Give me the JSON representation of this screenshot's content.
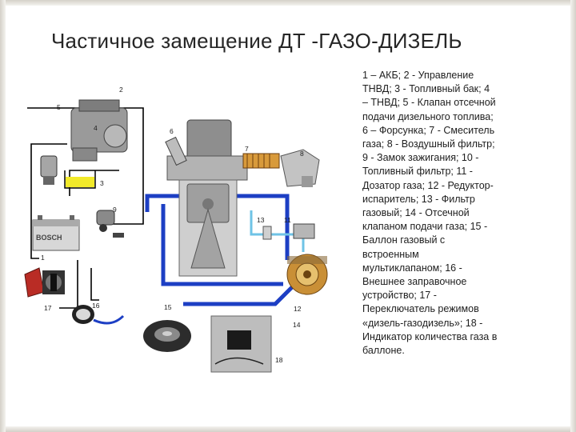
{
  "slide": {
    "title": "Частичное замещение  ДТ -ГАЗО-ДИЗЕЛЬ",
    "legend": "1 – АКБ; 2 - Управление\nТНВД; 3 - Топливный бак; 4\n– ТНВД; 5 - Клапан отсечной\nподачи дизельного топлива;\n6 – Форсунка; 7 - Смеситель\nгаза; 8 - Воздушный фильтр;\n9 - Замок зажигания; 10 -\nТопливный фильтр; 11 -\nДозатор газа; 12 - Редуктор-\nиспаритель; 13 - Фильтр\nгазовый; 14 - Отсечной\nклапаном подачи газа; 15 -\nБаллон газовый с\nвстроенным\nмультиклапаном; 16 -\nВнешнее заправочное\nустройство; 17 -\nПереключатель режимов\n«дизель-газодизель»; 18 -\nИндикатор количества газа в\nбаллоне."
  },
  "diagram": {
    "battery_brand": "BOSCH",
    "labels": {
      "n1": "1",
      "n2": "2",
      "n3": "3",
      "n4": "4",
      "n5": "5",
      "n6": "6",
      "n7": "7",
      "n8": "8",
      "n9": "9",
      "n11": "11",
      "n12": "12",
      "n13": "13",
      "n14": "14",
      "n15": "15",
      "n16": "16",
      "n17": "17",
      "n18": "18"
    },
    "colors": {
      "wire": "#000000",
      "gas_line": "#1d3fc4",
      "fuel_line": "#6fc3e6",
      "fuel": "#f2ea2a",
      "valve_red": "#c8281e"
    }
  }
}
